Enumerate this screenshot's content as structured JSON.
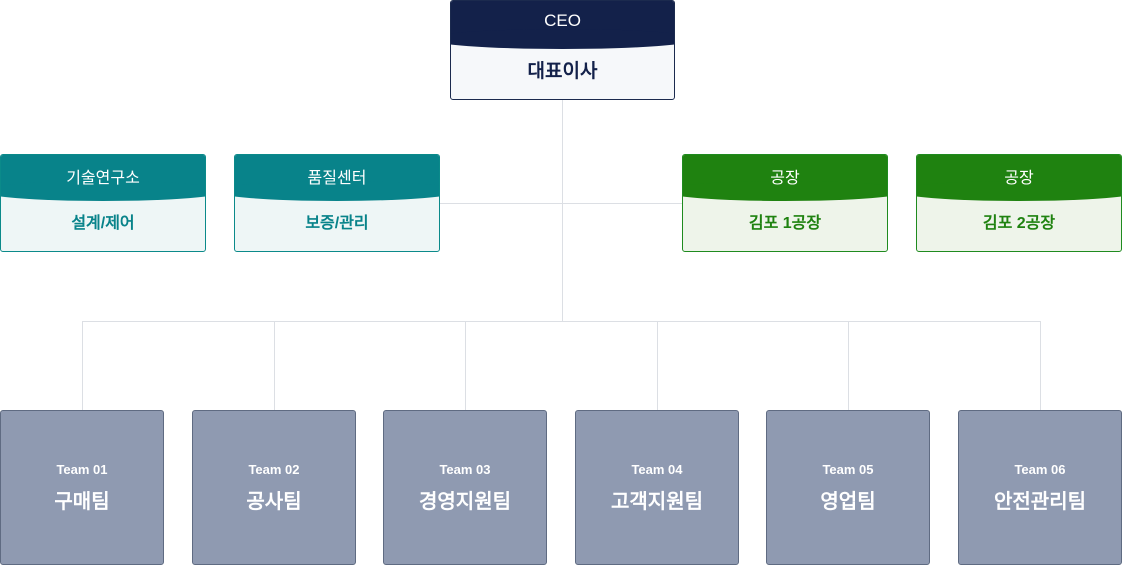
{
  "ceo": {
    "title": "CEO",
    "subtitle": "대표이사"
  },
  "divisions": [
    {
      "header": "기술연구소",
      "body": "설계/제어",
      "color": "#08838a"
    },
    {
      "header": "품질센터",
      "body": "보증/관리",
      "color": "#08838a"
    },
    {
      "header": "공장",
      "body": "김포 1공장",
      "color": "#1f8210"
    },
    {
      "header": "공장",
      "body": "김포 2공장",
      "color": "#1f8210"
    }
  ],
  "teams": [
    {
      "num": "Team 01",
      "name": "구매팀"
    },
    {
      "num": "Team 02",
      "name": "공사팀"
    },
    {
      "num": "Team 03",
      "name": "경영지원팀"
    },
    {
      "num": "Team 04",
      "name": "고객지원팀"
    },
    {
      "num": "Team 05",
      "name": "영업팀"
    },
    {
      "num": "Team 06",
      "name": "안전관리팀"
    }
  ],
  "colors": {
    "ceo_header": "#13214a",
    "team_box": "#8f9ab1",
    "connector": "#dcdfe4"
  }
}
